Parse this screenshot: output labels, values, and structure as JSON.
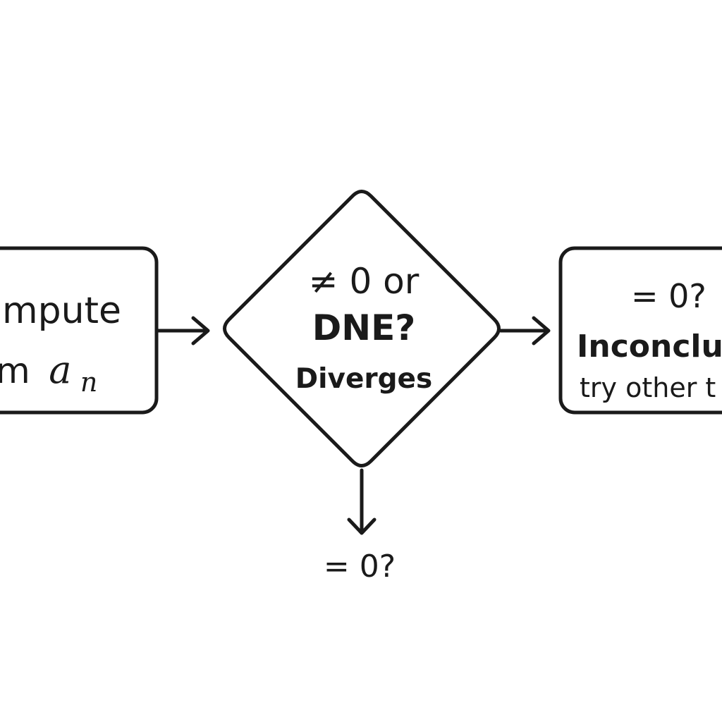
{
  "diagram": {
    "left_box": {
      "line1": "mpute",
      "line2_prefix": "m",
      "line2_var": "a",
      "line2_sub": "n"
    },
    "decision": {
      "line1": "≠ 0 or",
      "line2": "DNE?",
      "line3": "Diverges"
    },
    "right_box": {
      "line1": "= 0?",
      "line2": "Inconclus",
      "line3": "try other t"
    },
    "bottom_label": "= 0?"
  },
  "colors": {
    "stroke": "#1a1a1a",
    "background": "#ffffff"
  }
}
